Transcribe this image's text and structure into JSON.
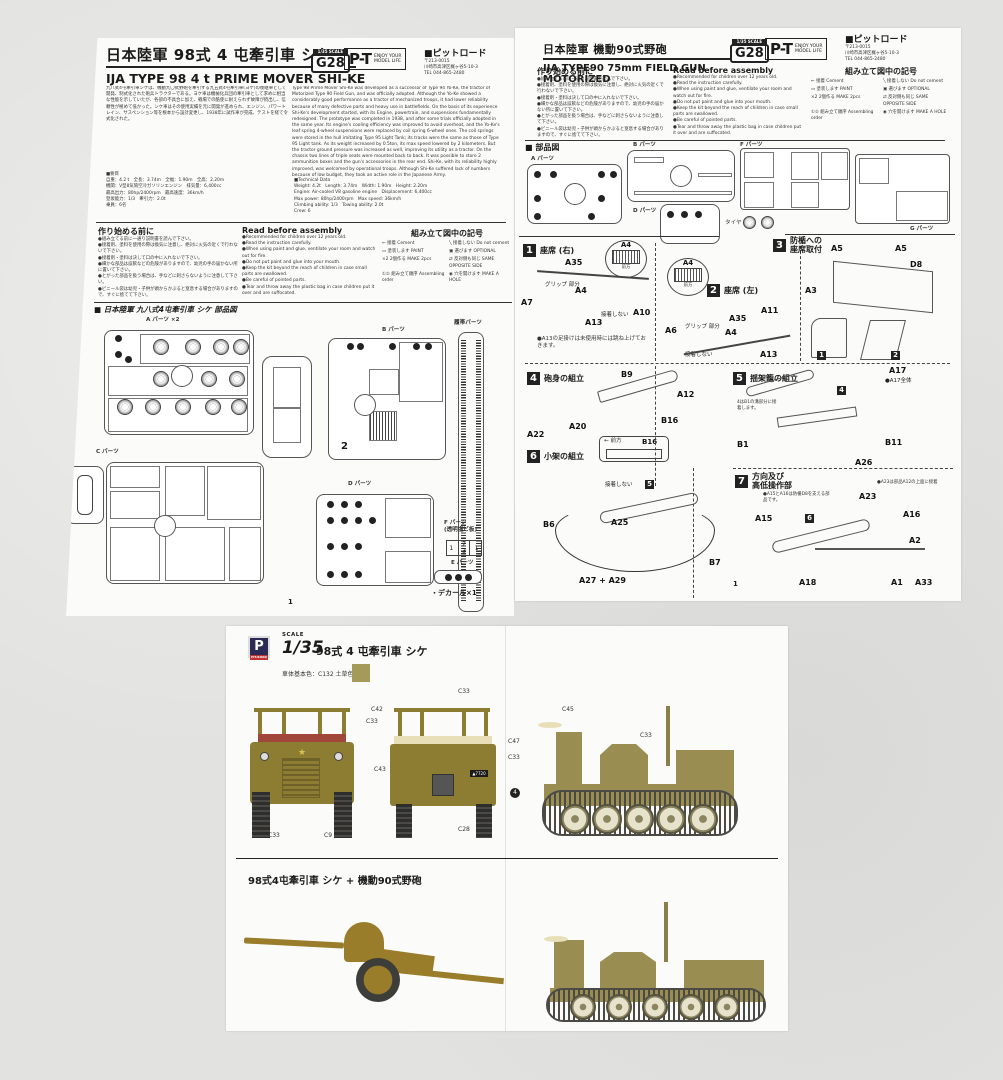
{
  "left_sheet": {
    "title_jp": "日本陸軍 98式 4 屯牽引車 シケ",
    "title_en": "IJA TYPE 98 4 t PRIME MOVER SHI-KE",
    "scale_badge": {
      "top": "1/35 SCALE",
      "code": "G28"
    },
    "logo": {
      "mark": "P-T",
      "tagline_1": "ENJOY YOUR",
      "tagline_2": "MODEL LIFE"
    },
    "company": {
      "name": "■ピットロード",
      "postal": "〒213-0015",
      "address": "川崎市高津区梶ヶ谷5-10-3",
      "tel": "TEL 044-865-2480"
    },
    "description_jp": "九八式4屯牽引車シケは、機動九〇式野砲を牽引する九五式4屯牽引車(ヨケ)の後継車として開発、制式化された砲兵トラクターである。ヨケ車は機械化兵団の牽引車として求めに相当な性能を示していたが、各部の不具合に加え、戦場での酷使に耐えられず故障が続出し、信頼性が極めて低かった。シケ車はその使用実績を元に開発が進められ、エンジン、パワートレイン、サスペンション等を根本から設計変更し、1938年に試作車が完成、テストを経て令式化された。",
    "description_en": "Type 98 Prime Mover Shi-Ke was developed as a successor of Type 94 Yo-Ke, the tractor of Motorized Type 90 Field Gun, and was officially adopted. Although the Yo-Ke showed a considerably good performance as a tractor of mechanized troops, it had lower reliability because of many defective parts and heavy use in battlefields. On the basis of its experience Shi-Ke's development started, with its Engine, powertrain, and suspensions fundamentally redesigned. The prototype was completed in 1938, and after some trials officially adopted in the same year. Its engine's cooling efficiency was improved to avoid overheat, and the Yo-Ke's leaf spring 4-wheel suspensions were replaced by coil spring 6-wheel ones. The coil springs were stored in the hull imitating Type 95 Light Tank; its tracks were the same as those of Type 95 Light tank. As its weight increased by 0.5ton, its max speed lowered by 2 kilometers. But the tractor ground pressure was increased as well, improving its utility as a tractor. On the chassis two lines of triple seats were mounted back to back. It was possible to store 2 ammunition boxes and the gun's accessories in the rear end. Shi-Ke, with its reliability highly improved, was welcomed by operational troops. Although Shi-Ke suffered lack of numbers because of low budget, they took an active role in the Japanese Army.",
    "specs_jp": {
      "heading": "■要目",
      "lines": [
        "自重：4.2 t　全長：3.74m　全幅：1.90m　全高：2.20m",
        "機関：V型8気筒空冷ガソリンエンジン　排気量：6,400cc",
        "最高出力：80hp/2400rpm　最高速度：36km/h",
        "登坂能力：1/3　牽引力：2.0t",
        "乗員：6名"
      ]
    },
    "specs_en": {
      "heading": "■Technical Data",
      "lines": [
        "Weight: 4.2t　Length: 3.74m　Width: 1.90m　Height: 2.20m",
        "Engine: Air-cooled V8 gasoline engine　Displacement: 6,400cc",
        "Max power: 80hp/2400rpm　Max speed: 36km/h",
        "Climbing ability: 1/3　Towing ability: 2.0t",
        "Crew: 6"
      ]
    },
    "before_jp": {
      "heading": "作り始める前に",
      "items": [
        "●組み立てる前に一通り説明書を読んで下さい。",
        "●接着剤、塗料を使用の際は換気に注意し、絶対に火気の近くで行わないで下さい。",
        "●接着剤・塗料は決して口の中に入れないで下さい。",
        "●細かな部品は誤飲などの危険がありますので、幼児の手の届かない所に置いて下さい。",
        "●とがった部品を扱う場合は、手などに刺さらないように注意して下さい。",
        "●ビニール袋は幼児・子供が頭からかぶると窒息する場合がありますので、すぐに捨てて下さい。"
      ]
    },
    "before_en": {
      "heading": "Read before assembly",
      "items": [
        "●Recommended for children over 12 years old.",
        "●Read the instruction carefully.",
        "●When using paint and glue, ventilate your room and watch out for fire.",
        "●Do not put paint and glue into your mouth.",
        "●Keep the kit beyond the reach of children in case small parts are swallowed.",
        "●Be careful of pointed parts.",
        "●Tear and throw away the plastic bag in case children put it over and are suffocated."
      ]
    },
    "symbols": {
      "heading": "組み立て図中の記号",
      "items": [
        {
          "jp": "接着",
          "en": "Cement"
        },
        {
          "jp": "接着しない",
          "en": "Do not cement"
        },
        {
          "jp": "塗装します",
          "en": "PAINT"
        },
        {
          "jp": "選びます",
          "en": "OPTIONAL"
        },
        {
          "jp": "2個作る",
          "en": "MAKE 2pcs"
        },
        {
          "jp": "反対側も同じ",
          "en": "SAME OPPOSITE SIDE"
        },
        {
          "jp": "組み立て順序",
          "en": "Assembling order"
        },
        {
          "jp": "穴を開けます",
          "en": "MAKE A HOLE"
        }
      ]
    },
    "parts_heading": "■ 日本陸軍 九八式4屯牽引車 シケ 部品図",
    "parts_labels": {
      "a": "A パーツ ×2",
      "b": "B パーツ",
      "c": "C パーツ",
      "d": "D パーツ",
      "track": "履帯パーツ",
      "f": "F パーツ",
      "f_note": "(透明塩ビ板)",
      "e": "E パーツ",
      "decal": "・デカール×1",
      "b_x2": "2"
    },
    "f_parts_grid": [
      "1",
      "2",
      "1",
      "3"
    ],
    "page_number": "1"
  },
  "right_sheet": {
    "title_jp": "日本陸軍 機動90式野砲",
    "title_en": "IJA TYPE90 75mm FIELD GUN MOTORIZED",
    "scale_badge": {
      "top": "1/35 SCALE",
      "code": "G28"
    },
    "logo": {
      "mark": "P-T",
      "tagline_1": "ENJOY YOUR",
      "tagline_2": "MODEL LIFE"
    },
    "company": {
      "name": "■ピットロード",
      "postal": "〒213-0015",
      "address": "川崎市高津区梶ヶ谷5-10-3",
      "tel": "TEL 044-865-2480"
    },
    "before_jp": {
      "heading": "作り始める前に",
      "items": [
        "●組み立てる前に一通り説明書を読んで下さい。",
        "●接着剤、塗料を使用の際は換気に注意し、絶対に火気の近くで行わないで下さい。",
        "●接着剤・塗料は決して口の中に入れないで下さい。",
        "●細かな部品は誤飲などの危険がありますので、幼児の手の届かない所に置いて下さい。",
        "●とがった部品を扱う場合は、手などに刺さらないように注意して下さい。",
        "●ビニール袋は幼児・子供が頭からかぶると窒息する場合がありますので、すぐに捨てて下さい。"
      ]
    },
    "before_en": {
      "heading": "Read before assembly",
      "items": [
        "●Recommended for children over 12 years old.",
        "●Read the instruction carefully.",
        "●When using paint and glue, ventilate your room and watch out for fire.",
        "●Do not put paint and glue into your mouth.",
        "●Keep the kit beyond the reach of children in case small parts are swallowed.",
        "●Be careful of pointed parts.",
        "●Tear and throw away the plastic bag in case children put it over and are suffocated."
      ]
    },
    "symbols": {
      "heading": "組み立て図中の記号",
      "items": [
        {
          "jp": "接着",
          "en": "Cement"
        },
        {
          "jp": "接着しない",
          "en": "Do not cement"
        },
        {
          "jp": "塗装します",
          "en": "PAINT"
        },
        {
          "jp": "選びます",
          "en": "OPTIONAL"
        },
        {
          "jp": "2個作る",
          "en": "MAKE 2pcs"
        },
        {
          "jp": "反対側も同じ",
          "en": "SAME OPPOSITE SIDE"
        },
        {
          "jp": "組み立て順序",
          "en": "Assembling order"
        },
        {
          "jp": "穴を開けます",
          "en": "MAKE A HOLE"
        }
      ]
    },
    "parts_heading": "■ 部品図",
    "parts_labels": {
      "a": "A パーツ",
      "b": "B パーツ",
      "d": "D パーツ",
      "f": "F パーツ",
      "g": "G パーツ",
      "tire": "タイヤ"
    },
    "steps": [
      {
        "num": "1",
        "title": "座席 (右)",
        "labels": [
          "A35",
          "A4",
          "A7",
          "A13",
          "A10"
        ],
        "grip": "グリップ 部分",
        "front": "前方",
        "no_cement": "接着しない",
        "note": "●A13の足掛けは未使用時には跳ね上げておきます。"
      },
      {
        "num": "2",
        "title": "座席 (左)",
        "labels": [
          "A4",
          "A11",
          "A35",
          "A6",
          "A4",
          "A13"
        ],
        "grip": "グリップ 部分",
        "front": "前方",
        "no_cement": "接着しない"
      },
      {
        "num": "3",
        "title_1": "防楯への",
        "title_2": "座席取付",
        "labels": [
          "A5",
          "A5",
          "D8",
          "A3"
        ],
        "sub": [
          "1",
          "2"
        ]
      },
      {
        "num": "4",
        "title": "砲身の組立",
        "labels": [
          "B9",
          "A12",
          "A22",
          "A20",
          "B16"
        ],
        "inset_front": "← 前方",
        "inset_part": "B16"
      },
      {
        "num": "5",
        "title": "揺架籠の組立",
        "labels": [
          "A17",
          "B1",
          "B11",
          "A26"
        ],
        "note_a17": "●A17全体",
        "note_b1": "4はB1の溝部分に接着します。",
        "ref": "4"
      },
      {
        "num": "6",
        "title": "小架の組立",
        "labels": [
          "B6",
          "A25",
          "B7",
          "A27 + A29"
        ],
        "no_cement": "接着しない",
        "ref": "5"
      },
      {
        "num": "7",
        "title_1": "方向及び",
        "title_2": "高低操作部",
        "labels": [
          "A23",
          "A15",
          "A16",
          "A2",
          "A18",
          "A1",
          "A33"
        ],
        "note_1": "●A15とA16は防楯D8を支える部品です。",
        "note_2": "●A23は部品A12の上面に接着",
        "ref": "6"
      }
    ],
    "page_number": "1"
  },
  "bottom_sheet": {
    "logo_text": "PIT-ROAD",
    "scale_label": "SCALE",
    "scale_value": "1/35",
    "title": "98式 4 屯牽引車 シケ",
    "base_color_label": "車体基本色：C132 土草色",
    "base_color_hex": "#a49a5a",
    "callouts_front": [
      "C42",
      "C33",
      "C43",
      "C33",
      "C9"
    ],
    "callouts_rear": [
      "C33",
      "C47",
      "C33",
      "C28",
      "4"
    ],
    "callouts_side": [
      "C45",
      "C33"
    ],
    "plate": "▲7720",
    "combo_title": "98式4屯牽引車 シケ + 機動90式野砲",
    "colors": {
      "vehicle_olive": "#8d7d33",
      "vehicle_side": "#9a8d52",
      "gun": "#9a7d2a",
      "track": "#4b4a45",
      "seat_red": "#a0473a",
      "canvas": "#e8dfb8"
    }
  }
}
